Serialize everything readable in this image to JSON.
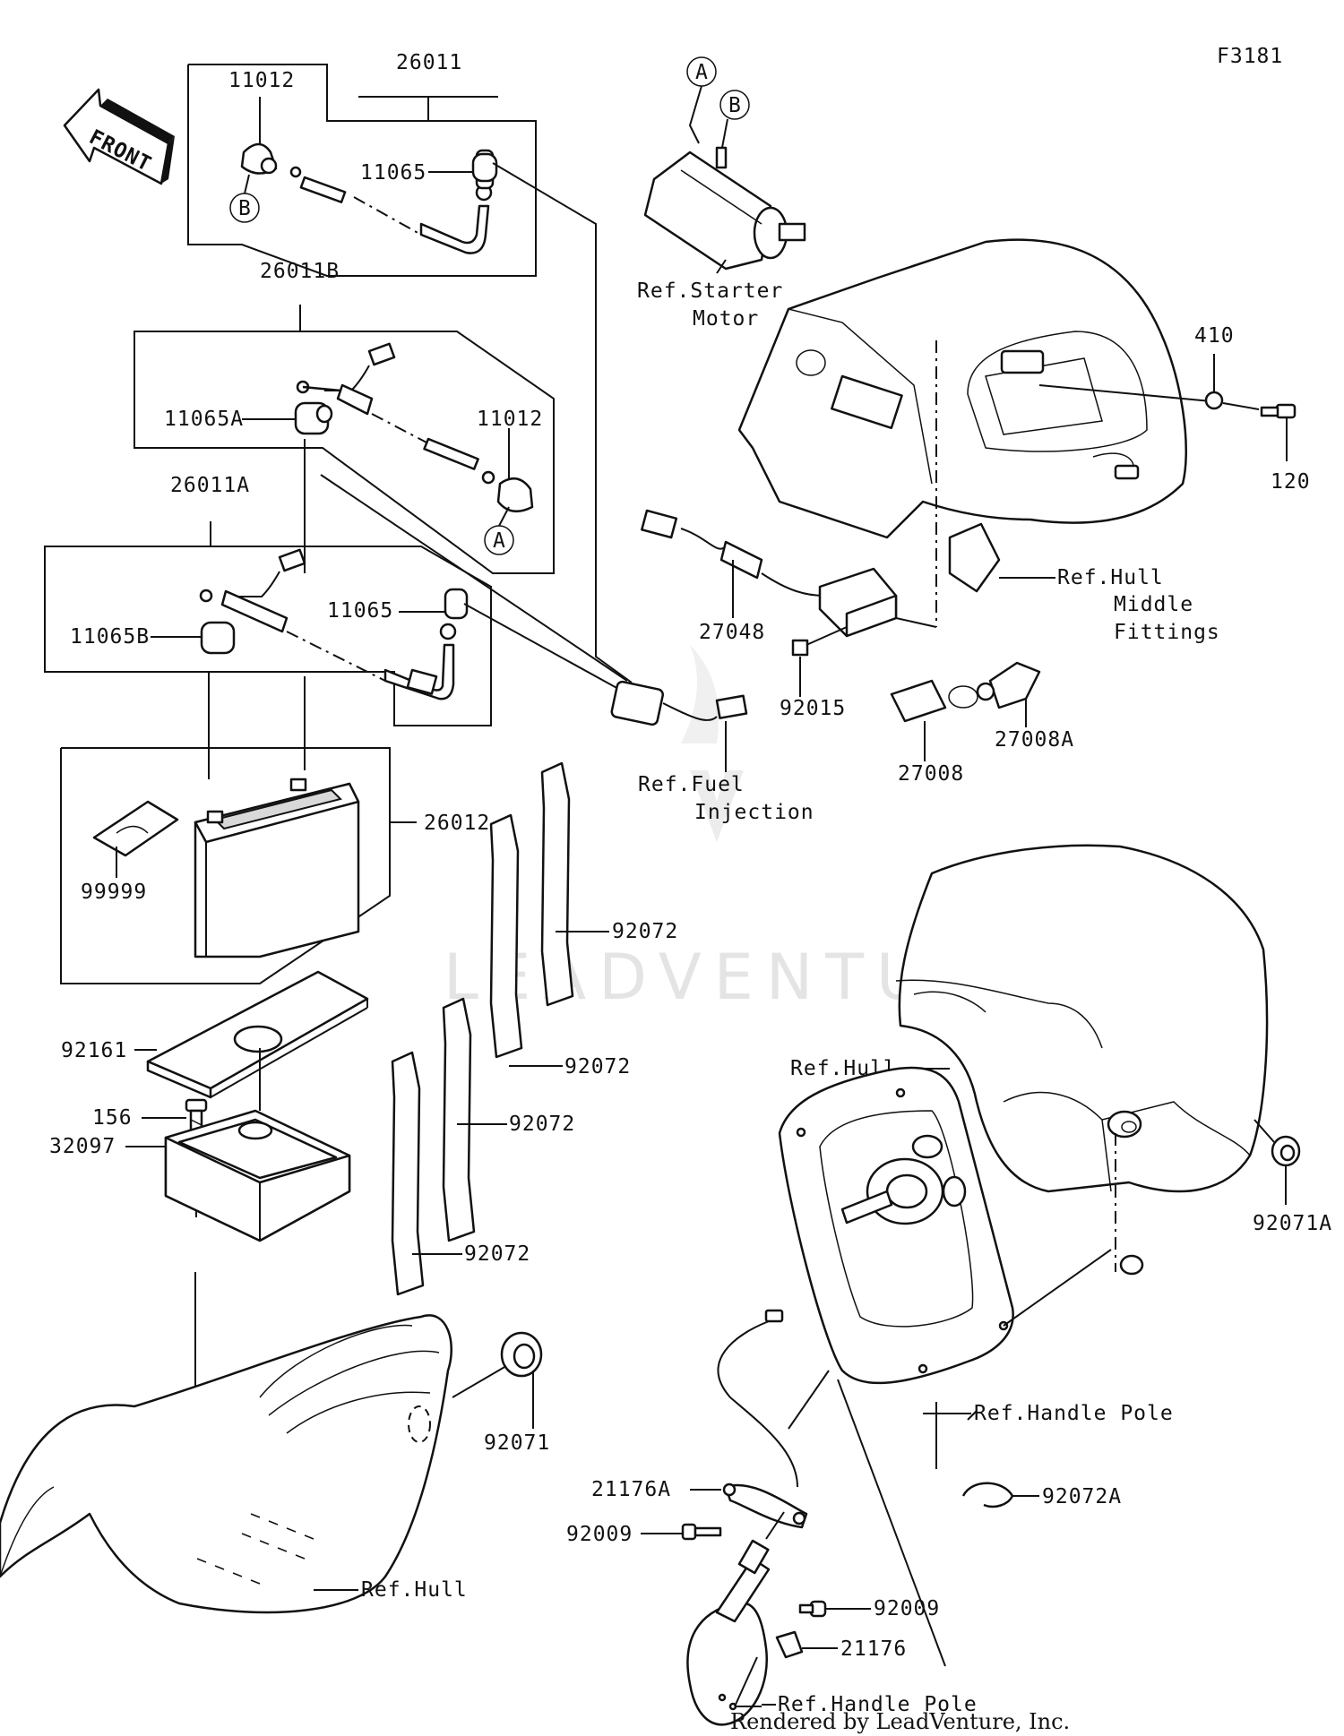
{
  "diagram_code": "F3181",
  "front_label": "FRONT",
  "footer": "Rendered by LeadVenture, Inc.",
  "watermark": "LEADVENTURE",
  "callouts": {
    "a": "A",
    "b": "B"
  },
  "parts": {
    "p26011": "26011",
    "p11012_top": "11012",
    "p11065_top": "11065",
    "p26011B": "26011B",
    "p11065A": "11065A",
    "p11012_mid": "11012",
    "p26011A": "26011A",
    "p11065_mid": "11065",
    "p11065B": "11065B",
    "p26012": "26012",
    "p99999": "99999",
    "p92161": "92161",
    "p156": "156",
    "p32097": "32097",
    "p92072_1": "92072",
    "p92072_2": "92072",
    "p92072_3": "92072",
    "p92072_4": "92072",
    "p92071": "92071",
    "p27048": "27048",
    "p92015": "92015",
    "p27008": "27008",
    "p27008A": "27008A",
    "p410": "410",
    "p120": "120",
    "p92071A": "92071A",
    "p92072A": "92072A",
    "p21176A": "21176A",
    "p92009_1": "92009",
    "p92009_2": "92009",
    "p21176": "21176"
  },
  "refs": {
    "starter_1": "Ref.Starter",
    "starter_2": "Motor",
    "hull_mid_1": "Ref.Hull",
    "hull_mid_2": "Middle",
    "hull_mid_3": "Fittings",
    "fuel_1": "Ref.Fuel",
    "fuel_2": "Injection",
    "hull_right": "Ref.Hull",
    "handle_pole_1": "Ref.Handle Pole",
    "hull_bottom": "Ref.Hull",
    "handle_pole_2": "Ref.Handle Pole"
  }
}
